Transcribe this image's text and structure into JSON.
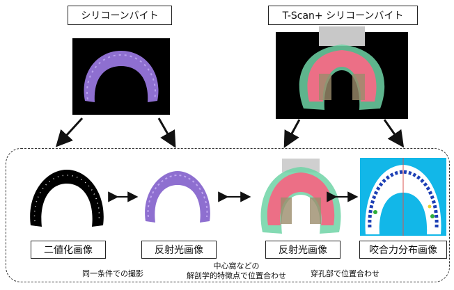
{
  "top_labels": {
    "left": "シリコーンバイト",
    "right": "T-Scan+ シリコーンバイト"
  },
  "bottom_labels": {
    "binary": "二値化画像",
    "reflect1": "反射光画像",
    "reflect2": "反射光画像",
    "force": "咬合力分布画像"
  },
  "captions": {
    "left": "同一条件での撮影",
    "middle_line1": "中心窩などの",
    "middle_line2": "解剖学的特徴点で位置合わせ",
    "right": "穿孔部で位置合わせ"
  },
  "colors": {
    "purple": "#8e6fd0",
    "pink": "#ec6f86",
    "green": "#49c79a",
    "cyan": "#12b7e8",
    "black": "#000000"
  },
  "icons": {
    "double_arrow": "left-right-arrow-icon",
    "arrow": "down-arrow-icon"
  }
}
